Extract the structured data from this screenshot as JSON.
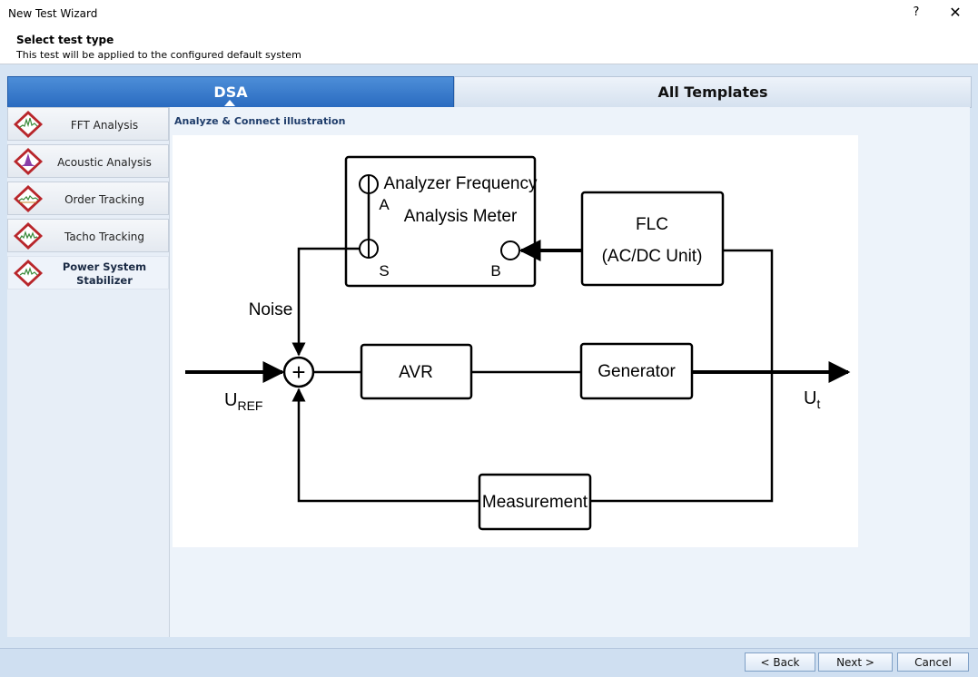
{
  "window": {
    "title": "New Test Wizard",
    "help_glyph": "?",
    "close_glyph": "✕"
  },
  "header": {
    "heading": "Select test type",
    "description": "This test will be applied to the configured default system"
  },
  "tabs": [
    {
      "label": "DSA",
      "selected": true
    },
    {
      "label": "All Templates",
      "selected": false
    }
  ],
  "sidebar": {
    "items": [
      {
        "label": "FFT Analysis",
        "icon": "fft-analysis-icon"
      },
      {
        "label": "Acoustic Analysis",
        "icon": "acoustic-analysis-icon"
      },
      {
        "label": "Order Tracking",
        "icon": "order-tracking-icon"
      },
      {
        "label": "Tacho Tracking",
        "icon": "tacho-tracking-icon"
      },
      {
        "label": "Power System Stabilizer",
        "icon": "power-system-stabilizer-icon",
        "selected": true
      }
    ]
  },
  "content": {
    "subtitle": "Analyze & Connect illustration",
    "diagram": {
      "analyzer": {
        "line1": "Analyzer Frequency",
        "line2": "Analysis Meter",
        "port_a": "A",
        "port_s": "S",
        "port_b": "B"
      },
      "flc": {
        "line1": "FLC",
        "line2": "(AC/DC Unit)"
      },
      "noise": "Noise",
      "sum_symbol": "+",
      "avr": "AVR",
      "generator": "Generator",
      "measurement": "Measurement",
      "uref_main": "U",
      "uref_sub": "REF",
      "ut_main": "U",
      "ut_sub": "t"
    }
  },
  "footer": {
    "back_label": "< Back",
    "next_label": "Next >",
    "cancel_label": "Cancel"
  },
  "colors": {
    "tab_active": "#2f72c6",
    "icon_red": "#b8262b",
    "link_blue": "#1f3d6b"
  }
}
